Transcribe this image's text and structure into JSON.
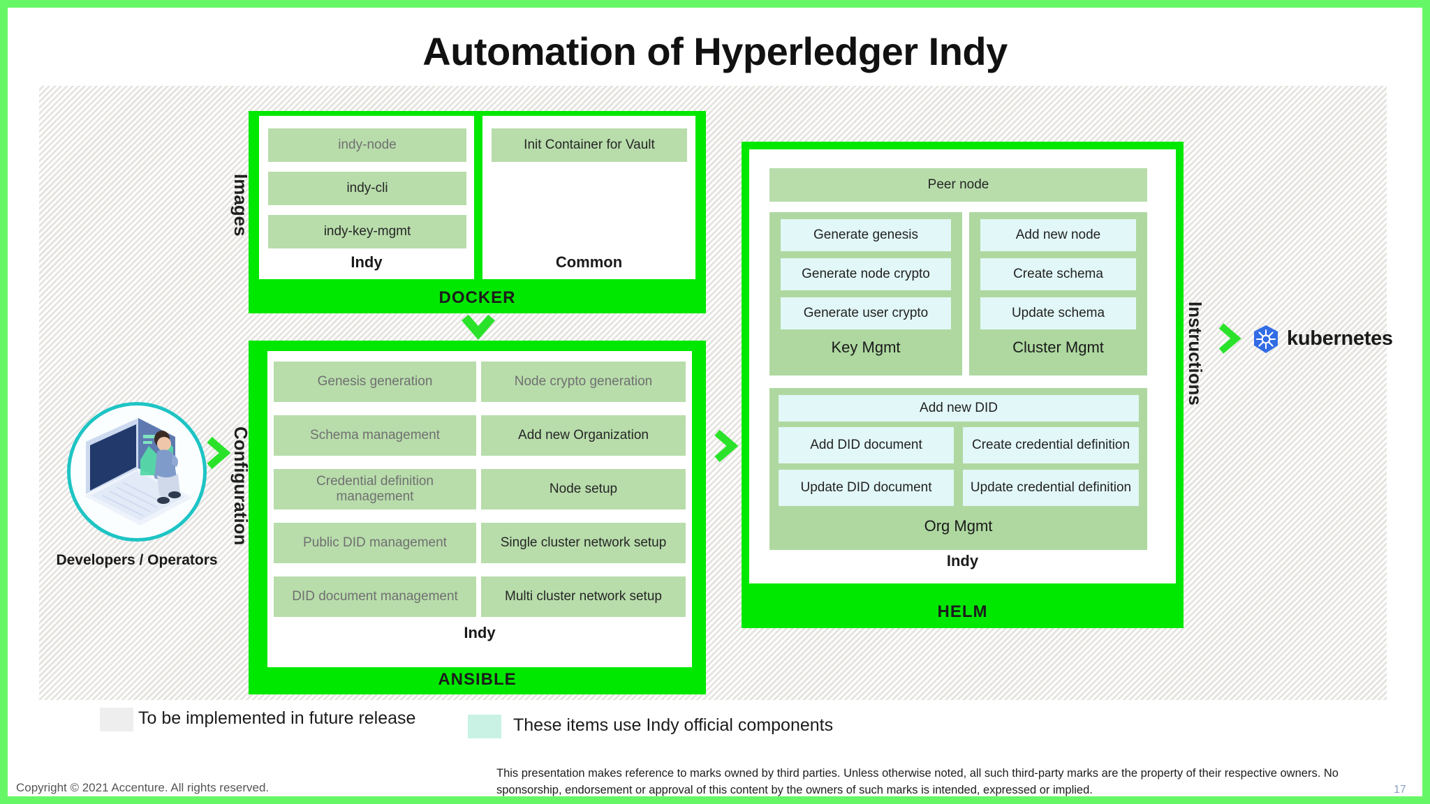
{
  "slide": {
    "title": "Automation of Hyperledger Indy",
    "page_number": "17"
  },
  "actors": {
    "left_label": "Developers / Operators",
    "right_label": "kubernetes"
  },
  "flow_labels": {
    "configuration": "Configuration",
    "images": "Images",
    "instructions": "Instructions"
  },
  "docker": {
    "banner": "DOCKER",
    "groups": [
      {
        "caption": "Indy",
        "items": [
          {
            "label": "indy-node",
            "style": "future"
          },
          {
            "label": "indy-cli",
            "style": "normal"
          },
          {
            "label": "indy-key-mgmt",
            "style": "normal"
          }
        ]
      },
      {
        "caption": "Common",
        "items": [
          {
            "label": "Init Container for Vault",
            "style": "normal"
          }
        ]
      }
    ]
  },
  "ansible": {
    "banner": "ANSIBLE",
    "caption": "Indy",
    "left_column": [
      {
        "label": "Genesis generation",
        "style": "future"
      },
      {
        "label": "Schema management",
        "style": "future"
      },
      {
        "label": "Credential definition management",
        "style": "future"
      },
      {
        "label": "Public DID management",
        "style": "future"
      },
      {
        "label": "DID document management",
        "style": "future"
      }
    ],
    "right_column": [
      {
        "label": "Node crypto generation",
        "style": "future"
      },
      {
        "label": "Add new Organization",
        "style": "normal"
      },
      {
        "label": "Node setup",
        "style": "normal"
      },
      {
        "label": "Single cluster network setup",
        "style": "normal"
      },
      {
        "label": "Multi cluster network setup",
        "style": "normal"
      }
    ]
  },
  "helm": {
    "banner": "HELM",
    "caption": "Indy",
    "peer_node": "Peer node",
    "key_mgmt": {
      "caption": "Key Mgmt",
      "items": [
        "Generate genesis",
        "Generate node crypto",
        "Generate user crypto"
      ]
    },
    "cluster_mgmt": {
      "caption": "Cluster Mgmt",
      "items": [
        "Add new node",
        "Create schema",
        "Update schema"
      ]
    },
    "org_mgmt": {
      "caption": "Org Mgmt",
      "top_item": "Add new DID",
      "left_items": [
        "Add DID document",
        "Update DID document"
      ],
      "right_items": [
        "Create credential definition",
        "Update credential definition"
      ]
    }
  },
  "legend": [
    {
      "swatch": "#eeeeee",
      "text": "To be implemented in future release"
    },
    {
      "swatch": "#c9f2e4",
      "text": "These items use Indy official components"
    }
  ],
  "footer": {
    "copyright": "Copyright © 2021  Accenture. All rights reserved.",
    "disclaimer": "This presentation makes reference to marks owned by third parties.  Unless otherwise noted, all such third-party marks are the property of their respective owners.  No sponsorship, endorsement or approval of this content by the owners of such marks is intended, expressed or implied."
  },
  "colors": {
    "accent_green": "#00e800",
    "box_green": "#b8ddab",
    "box_cyan": "#e2f7f7",
    "teal": "#1ec4c4",
    "k8s_blue": "#326ce5"
  }
}
